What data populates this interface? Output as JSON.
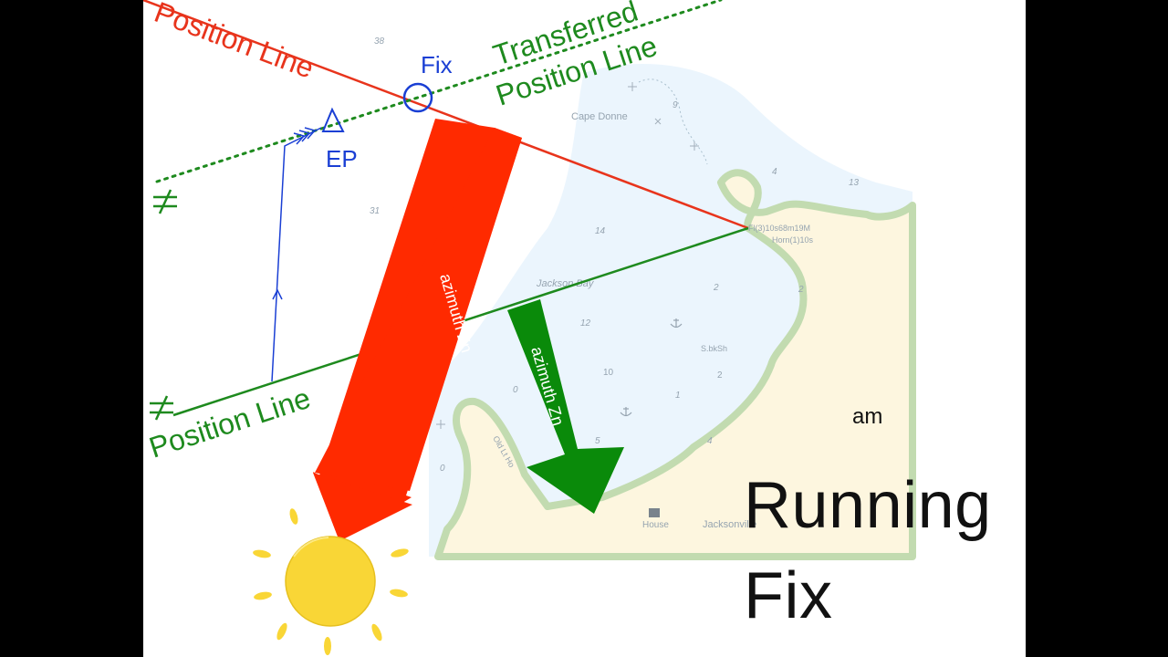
{
  "colors": {
    "red": "#e8341c",
    "arrow_red": "#ff2a00",
    "green": "#1e8a1e",
    "arrow_green": "#0a8a0a",
    "blue": "#1a3fd4",
    "sun": "#f9d636",
    "land": "#fdf6dc",
    "land_edge": "#bcd8a8",
    "shallow": "#e3f1fb"
  },
  "labels": {
    "position_line_red": "Position Line",
    "transferred_1": "Transferred",
    "transferred_2": "Position Line",
    "position_line_green": "Position Line",
    "fix": "Fix",
    "ep": "EP",
    "azimuth_red": "azimuth Zn",
    "azimuth_green": "azimuth Zn",
    "am": "am",
    "title_line1": "Running",
    "title_line2": "Fix"
  },
  "chart_text": {
    "cape": "Cape Donne",
    "bay": "Jackson Bay",
    "light1": "Fl(3)10s68m19M",
    "light2": "Horn(1)10s",
    "house": "House",
    "town": "Jacksonville",
    "old": "Old Lt Ho",
    "bksh": "S.bkSh",
    "depths": [
      "38",
      "31",
      "14",
      "4",
      "2",
      "13",
      "2",
      "12",
      "10",
      "2",
      "1",
      "5",
      "0",
      "4",
      "9",
      "0"
    ]
  },
  "icons": {
    "transit_mark_top": "transit-symbol",
    "transit_mark_bottom": "transit-symbol",
    "anchor": "anchor-icon",
    "sun": "sun-icon"
  }
}
